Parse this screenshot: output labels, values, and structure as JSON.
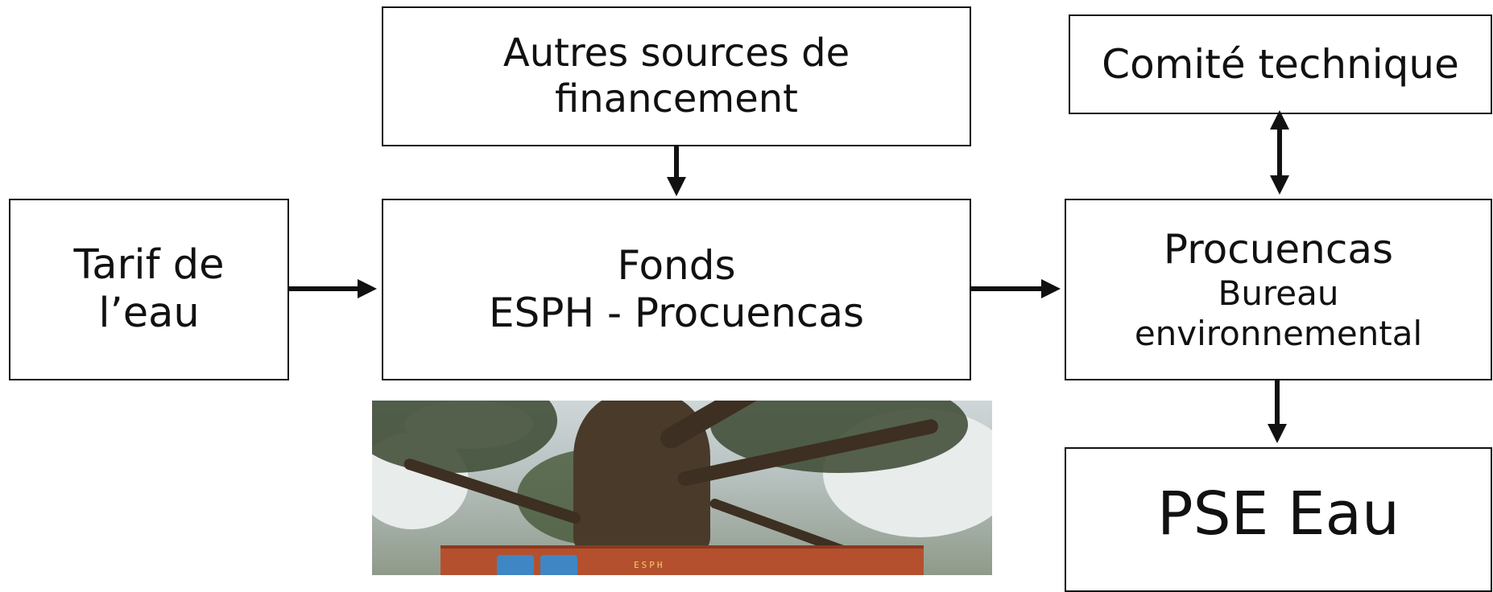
{
  "boxes": {
    "autres": {
      "line1": "Autres sources de",
      "line2": "financement"
    },
    "comite": {
      "label": "Comité technique"
    },
    "tarif": {
      "line1": "Tarif de",
      "line2": "l’eau"
    },
    "fonds": {
      "line1": "Fonds",
      "line2": "ESPH - Procuencas"
    },
    "procuencas": {
      "line1": "Procuencas",
      "line2": "Bureau",
      "line3": "environnemental"
    },
    "pse": {
      "label": "PSE Eau"
    }
  },
  "photo": {
    "sign_text": "ESPH"
  },
  "colors": {
    "line": "#111111",
    "box_fill": "#ffffff"
  }
}
